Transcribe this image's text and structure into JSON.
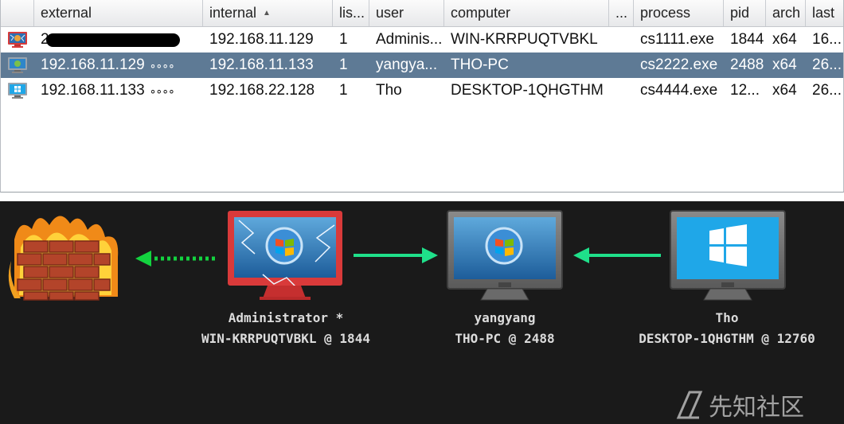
{
  "table": {
    "columns": [
      "external",
      "internal",
      "lis...",
      "user",
      "computer",
      "...",
      "process",
      "pid",
      "arch",
      "last"
    ],
    "sort_indicator": "▲",
    "rows": [
      {
        "icon": "red-compromised-monitor-icon",
        "external": "2",
        "external_redacted": true,
        "pivot_links": "",
        "internal": "192.168.11.129",
        "listener": "1",
        "user": "Adminis...",
        "computer": "WIN-KRRPUQTVBKL",
        "note": "",
        "process": "cs1111.exe",
        "pid": "1844",
        "arch": "x64",
        "last": "16..."
      },
      {
        "icon": "windows7-monitor-icon",
        "external": "192.168.11.129",
        "external_redacted": false,
        "pivot_links": "∘∘∘∘",
        "internal": "192.168.11.133",
        "listener": "1",
        "user": "yangya...",
        "computer": "THO-PC",
        "note": "",
        "process": "cs2222.exe",
        "pid": "2488",
        "arch": "x64",
        "last": "26...",
        "selected": true
      },
      {
        "icon": "windows10-monitor-icon",
        "external": "192.168.11.133",
        "external_redacted": false,
        "pivot_links": "∘∘∘∘",
        "internal": "192.168.22.128",
        "listener": "1",
        "user": "Tho",
        "computer": "DESKTOP-1QHGTHM",
        "note": "",
        "process": "cs4444.exe",
        "pid": "12...",
        "arch": "x64",
        "last": "26..."
      }
    ]
  },
  "graph": {
    "nodes": [
      {
        "name": "Administrator *",
        "host": "WIN-KRRPUQTVBKL @ 1844"
      },
      {
        "name": "yangyang",
        "host": "THO-PC @ 2488"
      },
      {
        "name": "Tho",
        "host": "DESKTOP-1QHGTHM @ 12760"
      }
    ],
    "colors": {
      "background": "#1a1a1a",
      "link_arrow": "#1fe08a",
      "egress_arrow": "#13d33f",
      "compromised_frame": "#d93a3a",
      "monitor_frame": "#7b7b7b",
      "windows10_screen": "#1fa7e8"
    }
  },
  "watermark": {
    "text": "先知社区"
  }
}
